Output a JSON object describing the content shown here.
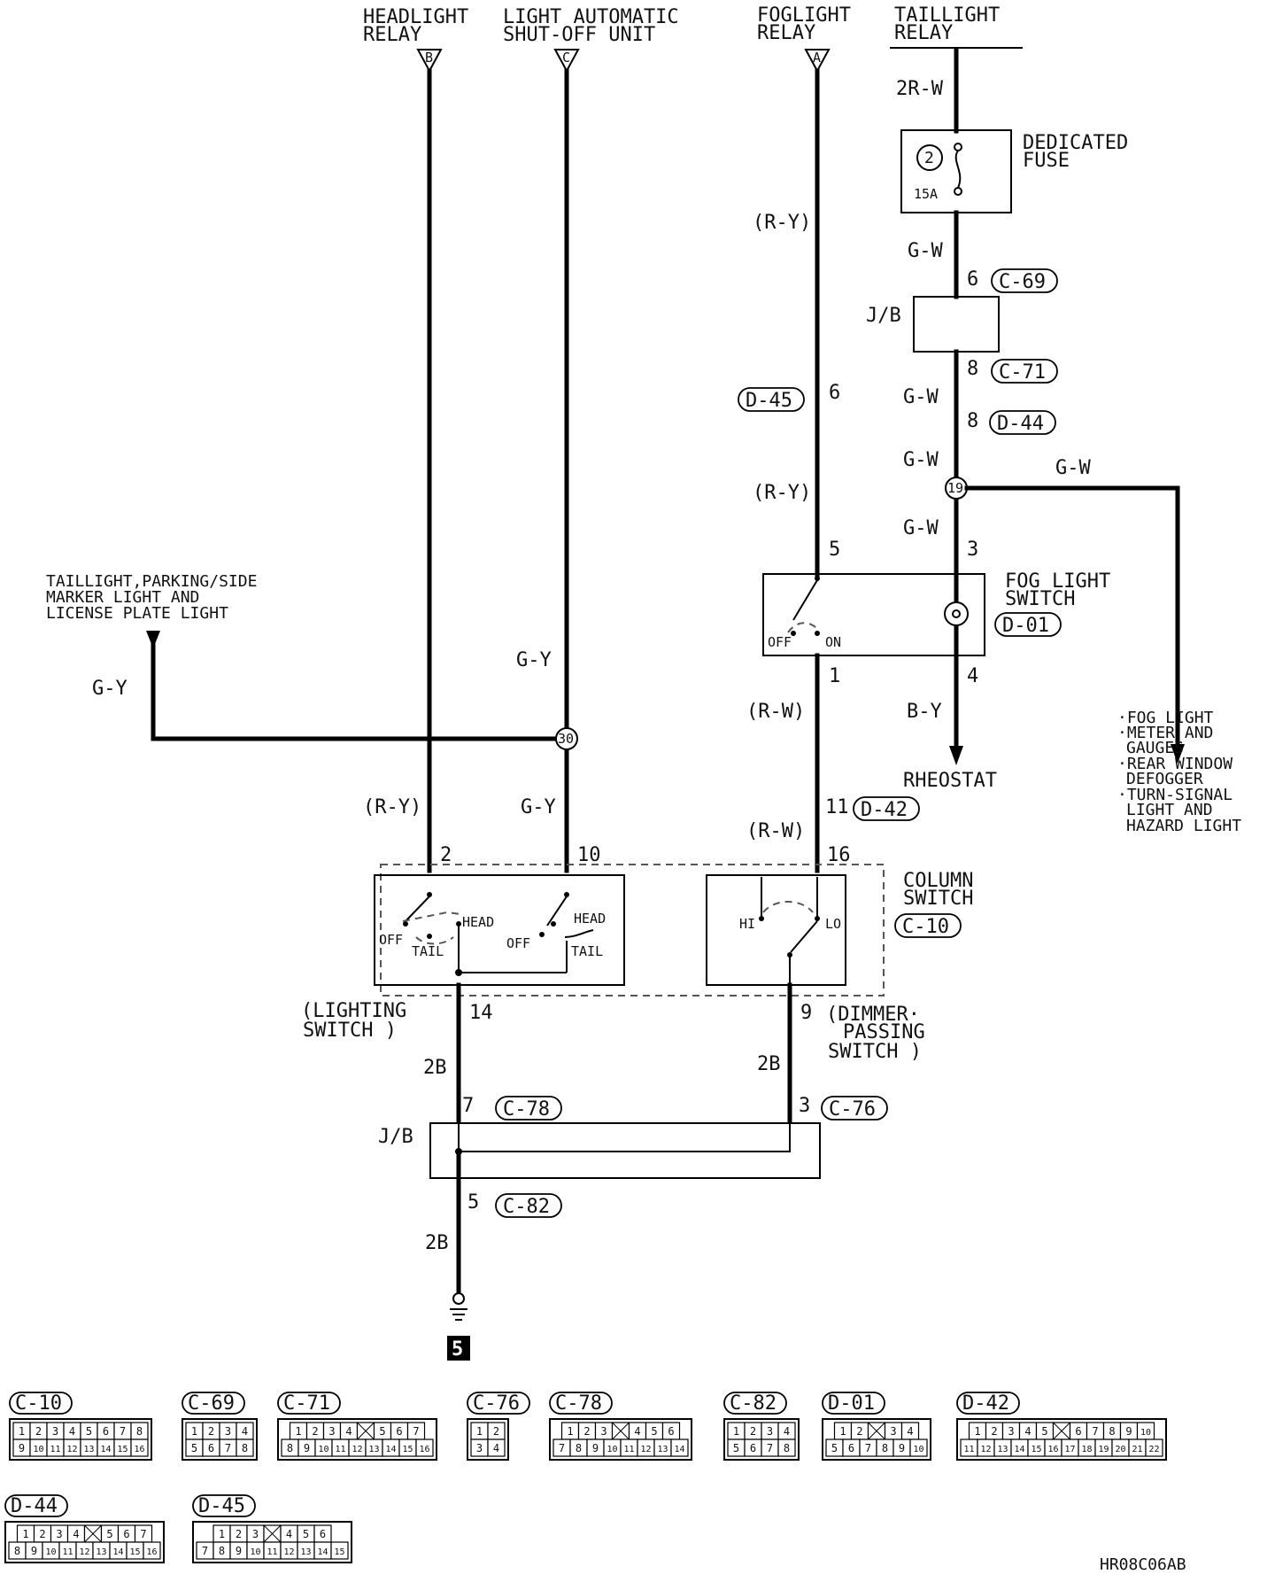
{
  "top_sources": {
    "headlight_relay": {
      "line1": "HEADLIGHT",
      "line2": "RELAY",
      "pin": "B"
    },
    "auto_shutoff": {
      "line1": "LIGHT AUTOMATIC",
      "line2": "SHUT-OFF UNIT",
      "pin": "C"
    },
    "foglight_relay": {
      "line1": "FOGLIGHT",
      "line2": "RELAY",
      "pin": "A"
    },
    "taillight_relay": {
      "line1": "TAILLIGHT",
      "line2": "RELAY"
    }
  },
  "wire_colors": {
    "w_2rw": "2R-W",
    "w_gw_fuse": "G-W",
    "w_gw_jb": "G-W",
    "w_gw_d44": "G-W",
    "w_gw_sw": "G-W",
    "w_gw_branch": "G-W",
    "w_ry_top": "(R-Y)",
    "w_ry_mid": "(R-Y)",
    "w_rw_1": "(R-W)",
    "w_rw_2": "(R-W)",
    "w_by": "B-Y",
    "w_gy_left": "G-Y",
    "w_gy_top": "G-Y",
    "w_gy_bot": "G-Y",
    "w_ry_head": "(R-Y)",
    "w_2b_1": "2B",
    "w_2b_2": "2B",
    "w_2b_3": "2B"
  },
  "fuse": {
    "title1": "DEDICATED",
    "title2": "FUSE",
    "number": "2",
    "rating": "15A"
  },
  "junction_block": {
    "label_upper": "J/B",
    "label_lower": "J/B"
  },
  "splices": {
    "s19": "19",
    "s30": "30"
  },
  "fog_switch": {
    "title1": "FOG LIGHT",
    "title2": "SWITCH",
    "connector": "D-01",
    "off": "OFF",
    "on": "ON"
  },
  "rheostat": "RHEOSTAT",
  "taillight_dest": {
    "line1": "TAILLIGHT,PARKING/SIDE",
    "line2": "MARKER LIGHT AND",
    "line3": "LICENSE PLATE LIGHT"
  },
  "branch_dest": [
    "·FOG LIGHT",
    "·METER AND",
    "GAUGES",
    "·REAR WINDOW",
    "DEFOGGER",
    "·TURN-SIGNAL",
    "LIGHT AND",
    "HAZARD LIGHT"
  ],
  "column_switch": {
    "title1": "COLUMN",
    "title2": "SWITCH",
    "connector": "C-10",
    "off1": "OFF",
    "tail1": "TAIL",
    "head1": "HEAD",
    "off2": "OFF",
    "tail2": "TAIL",
    "head2": "HEAD",
    "hi": "HI",
    "lo": "LO"
  },
  "sub_switch_labels": {
    "lighting": [
      "(LIGHTING",
      "SWITCH  )"
    ],
    "dimmer": [
      "(DIMMER·",
      "PASSING",
      "SWITCH  )"
    ]
  },
  "pins": {
    "p6a": "6",
    "p8a": "8",
    "p8b": "8",
    "p3": "3",
    "p4": "4",
    "p6b": "6",
    "p5": "5",
    "p1": "1",
    "p11": "11",
    "p16": "16",
    "p2": "2",
    "p10": "10",
    "p14": "14",
    "p9": "9",
    "p7": "7",
    "p3b": "3",
    "p5b": "5"
  },
  "connector_tags": {
    "c69": "C-69",
    "c71": "C-71",
    "d44": "D-44",
    "d45": "D-45",
    "d42": "D-42",
    "c78": "C-78",
    "c76": "C-76",
    "c82": "C-82"
  },
  "ground": {
    "number": "5"
  },
  "connector_views": [
    {
      "id": "C-10",
      "rows": [
        [
          "1",
          "2",
          "3",
          "4",
          "5",
          "6",
          "7",
          "8"
        ],
        [
          "9",
          "10",
          "11",
          "12",
          "13",
          "14",
          "15",
          "16"
        ]
      ]
    },
    {
      "id": "C-69",
      "rows": [
        [
          "1",
          "2",
          "3",
          "4"
        ],
        [
          "5",
          "6",
          "7",
          "8"
        ]
      ]
    },
    {
      "id": "C-71",
      "rows": [
        [
          "1",
          "2",
          "3",
          "4",
          "",
          "5",
          "6",
          "7"
        ],
        [
          "8",
          "9",
          "10",
          "11",
          "12",
          "13",
          "14",
          "15",
          "16"
        ]
      ]
    },
    {
      "id": "C-76",
      "rows": [
        [
          "1",
          "2"
        ],
        [
          "3",
          "4"
        ]
      ]
    },
    {
      "id": "C-78",
      "rows": [
        [
          "1",
          "2",
          "3",
          "",
          "4",
          "5",
          "6"
        ],
        [
          "7",
          "8",
          "9",
          "10",
          "11",
          "12",
          "13",
          "14"
        ]
      ]
    },
    {
      "id": "C-82",
      "rows": [
        [
          "1",
          "2",
          "3",
          "4"
        ],
        [
          "5",
          "6",
          "7",
          "8"
        ]
      ]
    },
    {
      "id": "D-01",
      "rows": [
        [
          "1",
          "2",
          "",
          "3",
          "4"
        ],
        [
          "5",
          "6",
          "7",
          "8",
          "9",
          "10"
        ]
      ]
    },
    {
      "id": "D-42",
      "rows": [
        [
          "1",
          "2",
          "3",
          "4",
          "5",
          "",
          "6",
          "7",
          "8",
          "9",
          "10"
        ],
        [
          "11",
          "12",
          "13",
          "14",
          "15",
          "16",
          "17",
          "18",
          "19",
          "20",
          "21",
          "22"
        ]
      ]
    },
    {
      "id": "D-44",
      "rows": [
        [
          "1",
          "2",
          "3",
          "4",
          "",
          "5",
          "6",
          "7"
        ],
        [
          "8",
          "9",
          "10",
          "11",
          "12",
          "13",
          "14",
          "15",
          "16"
        ]
      ]
    },
    {
      "id": "D-45",
      "rows": [
        [
          "1",
          "2",
          "3",
          "",
          "4",
          "5",
          "6"
        ],
        [
          "7",
          "8",
          "9",
          "10",
          "11",
          "12",
          "13",
          "14",
          "15"
        ]
      ]
    }
  ],
  "figure_code": "HR08C06AB"
}
